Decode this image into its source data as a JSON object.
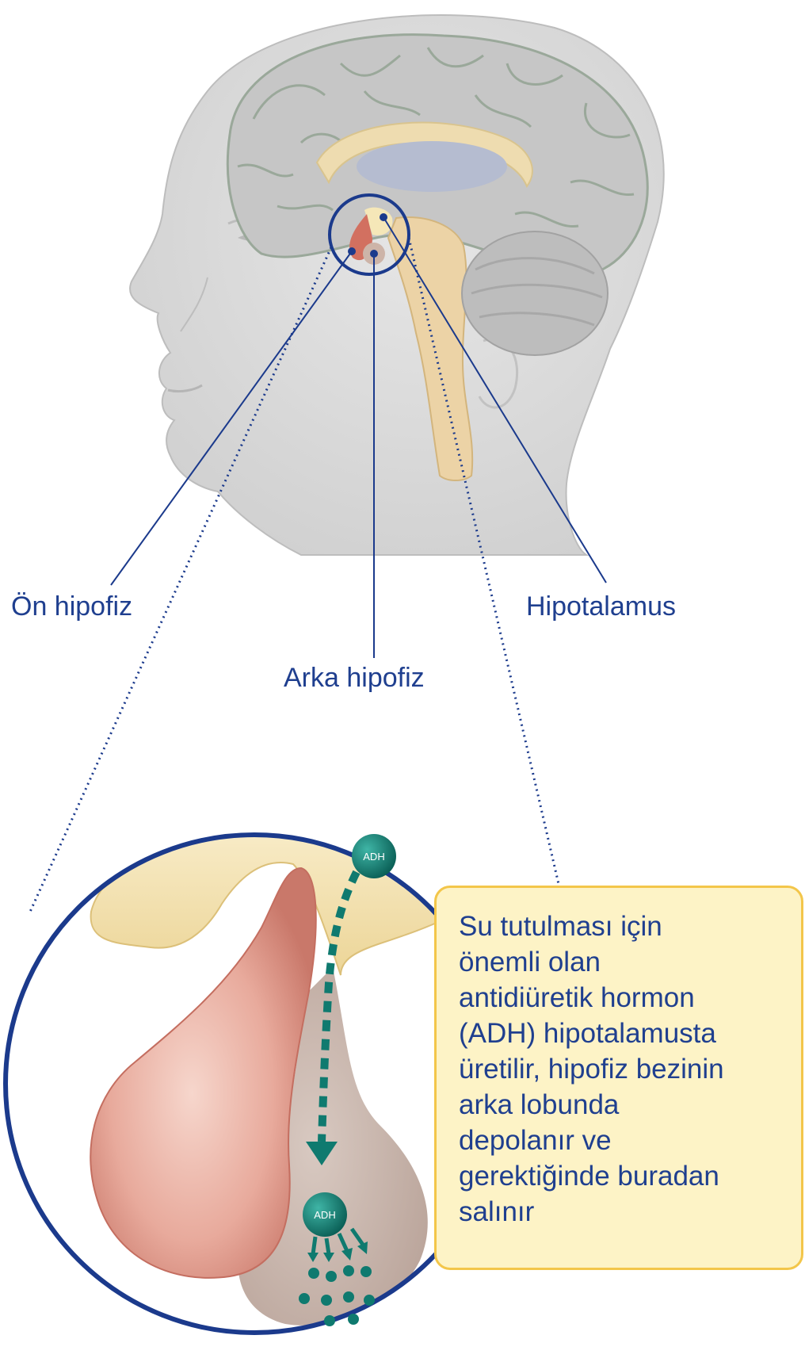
{
  "labels": {
    "anterior_pituitary": "Ön hipofiz",
    "posterior_pituitary": "Arka hipofiz",
    "hypothalamus": "Hipotalamus"
  },
  "hormone_badges": {
    "top": "ADH",
    "bottom": "ADH"
  },
  "info_box": {
    "text": "Su tutulması için\nönemli olan\nantidiüretik hormon\n(ADH) hipotalamusta\nüretilir, hipofiz bezinin\narka lobunda\ndepolanır ve\ngerektiğinde buradan\nsalınır"
  },
  "colors": {
    "label_blue": "#1f3f8f",
    "line_blue": "#1b3a8c",
    "head_gray": "#d9d9d9",
    "brain_gray": "#c4c4c4",
    "hypothalamus_cream": "#f2e2b0",
    "anterior_lobe": "#e49e90",
    "posterior_lobe": "#c9b7ae",
    "adh_teal": "#0f7a6f",
    "box_fill": "#fdf3c6",
    "box_border": "#f3c64a"
  }
}
